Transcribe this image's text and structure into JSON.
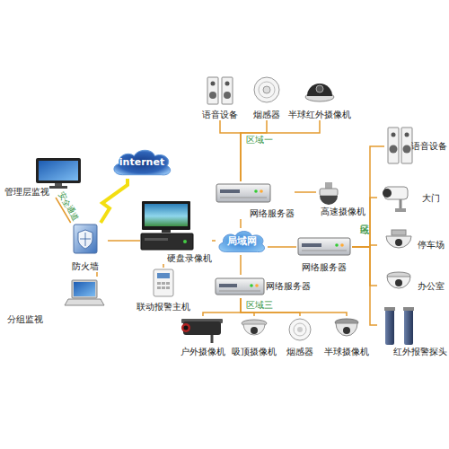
{
  "diagram": {
    "nodes": [
      {
        "text": [
          "语音设备"
        ]
      },
      {
        "text": [
          "烟感器"
        ]
      },
      {
        "text": [
          "半球红外摄像机"
        ]
      },
      {
        "text": [
          "internet"
        ]
      },
      {
        "text": [
          "语音设备"
        ]
      },
      {
        "text": [
          "管理层监视"
        ]
      },
      {
        "text": [
          "网络服务器"
        ]
      },
      {
        "text": [
          "高速摄像机"
        ]
      },
      {
        "text": [
          "大门"
        ]
      },
      {
        "text": [
          "防火墙"
        ]
      },
      {
        "text": [
          "硬盘录像机"
        ]
      },
      {
        "text": [
          "局域网"
        ]
      },
      {
        "text": [
          "停车场"
        ]
      },
      {
        "text": [
          "网络服务器"
        ]
      },
      {
        "text": [
          "分组监视"
        ]
      },
      {
        "text": [
          "联动报警主机"
        ]
      },
      {
        "text": [
          "网络服务器"
        ]
      },
      {
        "text": [
          "办公室"
        ]
      },
      {
        "text": [
          "户外摄像机"
        ]
      },
      {
        "text": [
          "吸顶摄像机"
        ]
      },
      {
        "text": [
          "烟感器"
        ]
      },
      {
        "text": [
          "半球摄像机"
        ]
      },
      {
        "text": [
          "红外报警探头"
        ]
      }
    ],
    "edges": [
      {
        "from": 5,
        "to": 9,
        "arrow": "none",
        "label": "安全通道"
      },
      {
        "from": 9,
        "to": 3,
        "arrow": "none"
      },
      {
        "from": 9,
        "to": 14,
        "arrow": "none"
      },
      {
        "from": 9,
        "to": 10,
        "arrow": "none"
      },
      {
        "from": 10,
        "to": 11,
        "arrow": "none"
      },
      {
        "from": 15,
        "to": 10,
        "arrow": "none"
      },
      {
        "from": 11,
        "to": 6,
        "arrow": "none"
      },
      {
        "from": 11,
        "to": 16,
        "arrow": "none"
      },
      {
        "from": 11,
        "to": 13,
        "arrow": "none"
      },
      {
        "from": 6,
        "to": 0,
        "arrow": "none"
      },
      {
        "from": 6,
        "to": 1,
        "arrow": "none"
      },
      {
        "from": 6,
        "to": 2,
        "arrow": "none"
      },
      {
        "from": 6,
        "to": 7,
        "arrow": "none"
      },
      {
        "from": 16,
        "to": 18,
        "arrow": "none"
      },
      {
        "from": 16,
        "to": 19,
        "arrow": "none"
      },
      {
        "from": 16,
        "to": 20,
        "arrow": "none"
      },
      {
        "from": 16,
        "to": 21,
        "arrow": "none"
      },
      {
        "from": 13,
        "to": 4,
        "arrow": "none"
      },
      {
        "from": 13,
        "to": 8,
        "arrow": "none"
      },
      {
        "from": 13,
        "to": 12,
        "arrow": "none"
      },
      {
        "from": 13,
        "to": 17,
        "arrow": "none"
      },
      {
        "from": 13,
        "to": 22,
        "arrow": "none"
      }
    ],
    "labels": [
      "区域一",
      "区域二",
      "区域三"
    ]
  }
}
